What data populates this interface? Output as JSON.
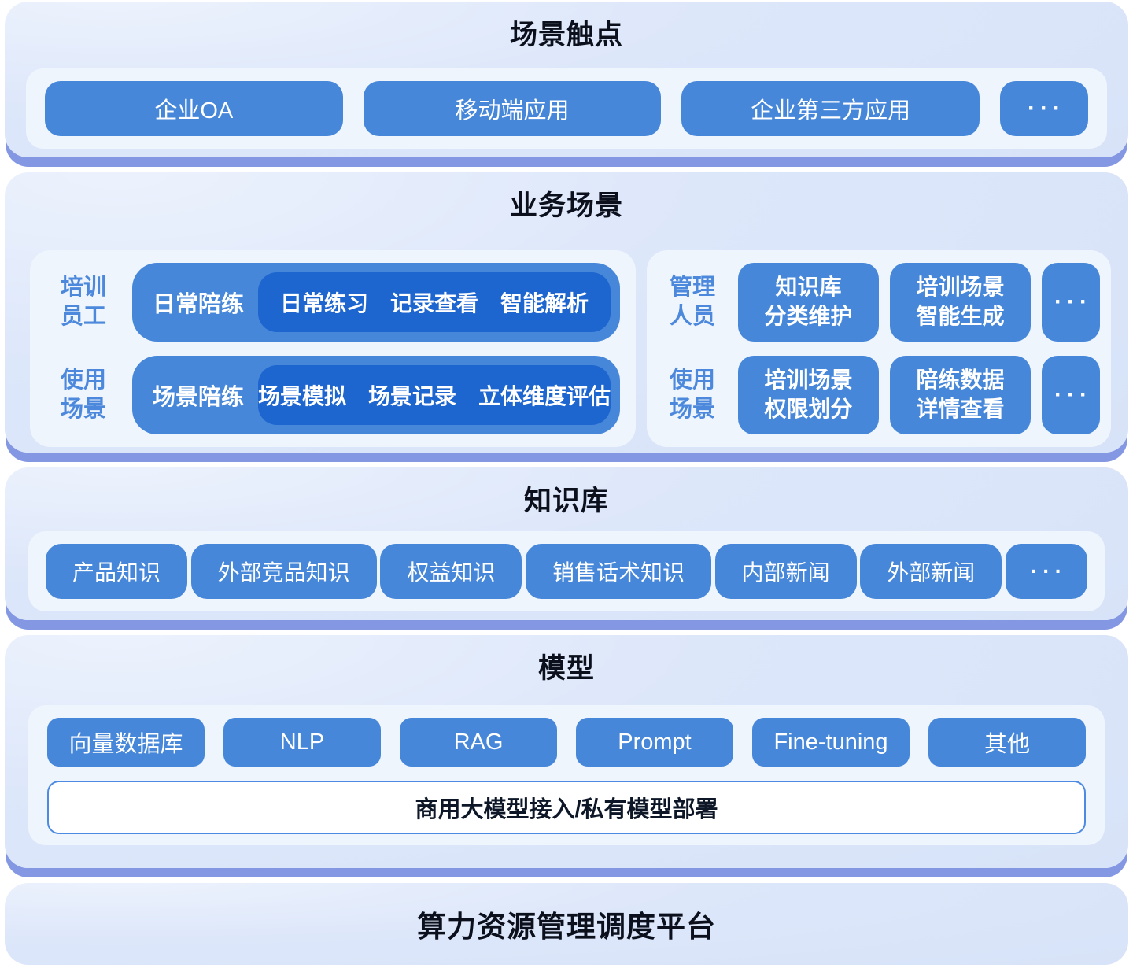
{
  "colors": {
    "band_background": "#d9e4f9",
    "band_background_highlight": "#ecf2fd",
    "band_shadow": "#8497e2",
    "panel_background": "#eff5fd",
    "button_blue": "#4687d9",
    "pill_dark_blue": "#1d65cf",
    "role_label_blue": "#4c88db",
    "title_color": "#0b101c",
    "bar_border_blue": "#4d8ae2",
    "button_text": "#ffffff"
  },
  "touchpoints": {
    "title": "场景触点",
    "buttons": [
      "企业OA",
      "移动端应用",
      "企业第三方应用",
      "···"
    ]
  },
  "business": {
    "title": "业务场景",
    "left": {
      "rows": [
        {
          "who": [
            "培训",
            "员工"
          ],
          "pill_label": "日常陪练",
          "items": [
            "日常练习",
            "记录查看",
            "智能解析"
          ]
        },
        {
          "who": [
            "使用",
            "场景"
          ],
          "pill_label": "场景陪练",
          "items": [
            "场景模拟",
            "场景记录",
            "立体维度评估"
          ]
        }
      ]
    },
    "right": {
      "rows": [
        {
          "who": [
            "管理",
            "人员"
          ],
          "buttons": [
            [
              "知识库",
              "分类维护"
            ],
            [
              "培训场景",
              "智能生成"
            ]
          ],
          "more": "···"
        },
        {
          "who": [
            "使用",
            "场景"
          ],
          "buttons": [
            [
              "培训场景",
              "权限划分"
            ],
            [
              "陪练数据",
              "详情查看"
            ]
          ],
          "more": "···"
        }
      ]
    }
  },
  "knowledge": {
    "title": "知识库",
    "buttons": [
      "产品知识",
      "外部竞品知识",
      "权益知识",
      "销售话术知识",
      "内部新闻",
      "外部新闻",
      "···"
    ]
  },
  "model": {
    "title": "模型",
    "buttons": [
      "向量数据库",
      "NLP",
      "RAG",
      "Prompt",
      "Fine-tuning",
      "其他"
    ],
    "bar": "商用大模型接入/私有模型部署"
  },
  "platform": {
    "title": "算力资源管理调度平台"
  }
}
